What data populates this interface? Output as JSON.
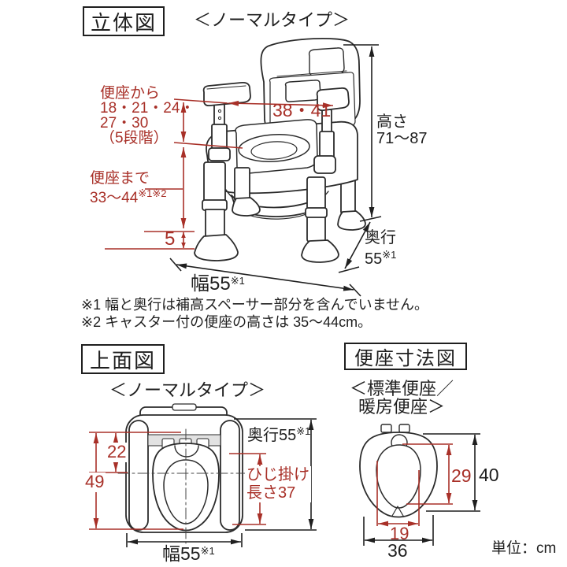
{
  "colors": {
    "dim_red": "#a83028",
    "line_black": "#2b2b2b"
  },
  "perspective_section": {
    "title": "立体図",
    "type_label": "＜ノーマルタイプ＞",
    "labels": {
      "seat_from": {
        "line1": "便座から",
        "line2": "18・21・24・",
        "line3": "27・30",
        "line4": "（5段階）"
      },
      "armrest_span": "38・41",
      "height": {
        "name": "高さ",
        "value": "71～87"
      },
      "seat_height": {
        "name": "便座まで",
        "value": "33～44",
        "refs": "※1※2"
      },
      "spacer": "5",
      "depth": {
        "name": "奥行",
        "value": "55",
        "ref": "※1"
      },
      "width": {
        "value": "幅55",
        "ref": "※1"
      }
    }
  },
  "footnotes": {
    "note1": "※1 幅と奥行は補高スペーサー部分を含んでいません。",
    "note2": "※2 キャスター付の便座の高さは 35～44cm。"
  },
  "top_view_section": {
    "title": "上面図",
    "type_label": "＜ノーマルタイプ＞",
    "labels": {
      "depth": {
        "value": "奥行55",
        "ref": "※1"
      },
      "back_to_center": "22",
      "back_to_front": "49",
      "armrest_length": {
        "line1": "ひじ掛け",
        "line2": "長さ37"
      },
      "width": {
        "value": "幅55",
        "ref": "※1"
      }
    }
  },
  "seat_section": {
    "title": "便座寸法図",
    "type_label_line1": "＜標準便座／",
    "type_label_line2": "暖房便座＞",
    "labels": {
      "opening_depth": "29",
      "seat_depth": "40",
      "opening_width": "19",
      "seat_width": "36"
    }
  },
  "unit_note": "単位：cm"
}
